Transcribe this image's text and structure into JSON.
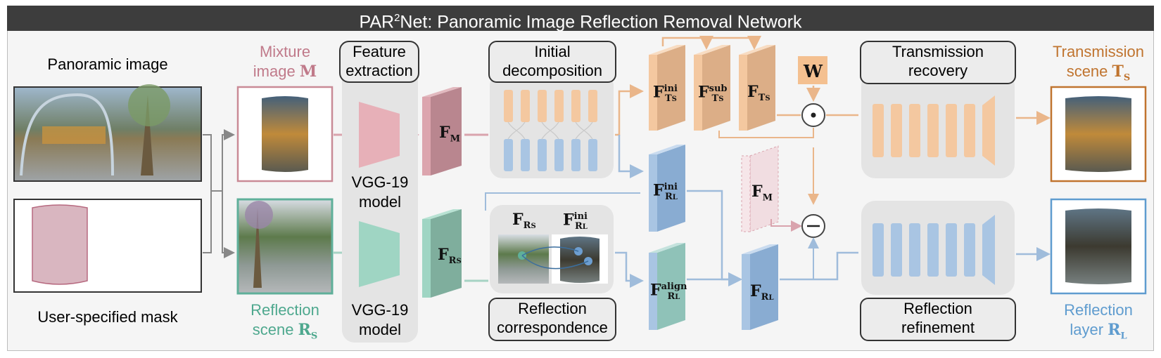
{
  "title": {
    "prefix": "PAR",
    "sup": "2",
    "suffix": "Net: Panoramic Image Reflection Removal Network"
  },
  "labels": {
    "panoramic_image": "Panoramic image",
    "user_mask": "User-specified mask",
    "mixture_text": "Mixture",
    "mixture_text2": "image",
    "mixture_sym": "M",
    "reflection_scene_text": "Reflection",
    "reflection_scene_text2": "scene",
    "reflection_scene_sym": "R",
    "reflection_scene_sub": "S",
    "feature_extraction_1": "Feature",
    "feature_extraction_2": "extraction",
    "vgg_top_1": "VGG-19",
    "vgg_top_2": "model",
    "vgg_bot_1": "VGG-19",
    "vgg_bot_2": "model",
    "initial_decomp_1": "Initial",
    "initial_decomp_2": "decomposition",
    "refl_corr_1": "Reflection",
    "refl_corr_2": "correspondence",
    "trans_recovery_1": "Transmission",
    "trans_recovery_2": "recovery",
    "refl_refine_1": "Reflection",
    "refl_refine_2": "refinement",
    "trans_scene_1": "Transmission",
    "trans_scene_2": "scene",
    "trans_scene_sym": "T",
    "trans_scene_sub": "S",
    "refl_layer_1": "Reflection",
    "refl_layer_2": "layer",
    "refl_layer_sym": "R",
    "refl_layer_sub": "L"
  },
  "features": {
    "fm": {
      "base": "F",
      "sub": "M"
    },
    "frs": {
      "base": "F",
      "sub": "R",
      "subsub": "S"
    },
    "fts_ini": {
      "base": "F",
      "sup": "ini",
      "sub": "T",
      "subsub": "S"
    },
    "fts_sub": {
      "base": "F",
      "sup": "sub",
      "sub": "T",
      "subsub": "S"
    },
    "fts": {
      "base": "F",
      "sub": "T",
      "subsub": "S"
    },
    "frl_ini": {
      "base": "F",
      "sup": "ini",
      "sub": "R",
      "subsub": "L"
    },
    "fm_ghost": {
      "base": "F",
      "sub": "M"
    },
    "frl_align": {
      "base": "F",
      "sup": "align",
      "sub": "R",
      "subsub": "L"
    },
    "frl": {
      "base": "F",
      "sub": "R",
      "subsub": "L"
    },
    "corr_frs": {
      "base": "F",
      "sub": "R",
      "subsub": "S"
    },
    "corr_frl_ini": {
      "base": "F",
      "sup": "ini",
      "sub": "R",
      "subsub": "L"
    },
    "w": "W",
    "dot_op": "⊙",
    "minus_op": "⊖"
  },
  "colors": {
    "pink": "#c98a96",
    "green": "#5fb09a",
    "orange": "#f4c8a0",
    "blue": "#a9c5e3",
    "orange_text": "#c0742f",
    "blue_text": "#5f9ccf",
    "pink_text": "#c07a8a",
    "green_text": "#4ea88e"
  }
}
